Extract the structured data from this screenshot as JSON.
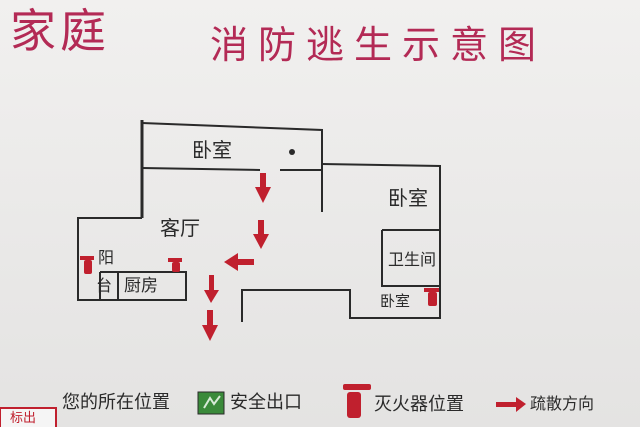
{
  "title": {
    "part1": "家庭",
    "part2": "消防逃生示意图"
  },
  "rooms": {
    "bedroom_top": "卧室",
    "bedroom_right": "卧室",
    "living_room": "客厅",
    "bathroom": "卫生间",
    "balcony_1": "阳",
    "balcony_2": "台",
    "kitchen": "厨房",
    "bedroom_small": "卧室"
  },
  "legend": {
    "location": "您的所在位置",
    "exit": "安全出口",
    "extinguisher": "灭火器位置",
    "evacuation": "疏散方向"
  },
  "corner_tag": "标出",
  "colors": {
    "title": "#b32a55",
    "arrow": "#c0202e",
    "ink": "#2a2a2a",
    "exit_green": "#3a8a3a"
  },
  "icons": {
    "arrow": "down-arrow-icon",
    "extinguisher": "fire-extinguisher-icon",
    "exit": "exit-sign-icon",
    "location": "location-dot-icon"
  }
}
